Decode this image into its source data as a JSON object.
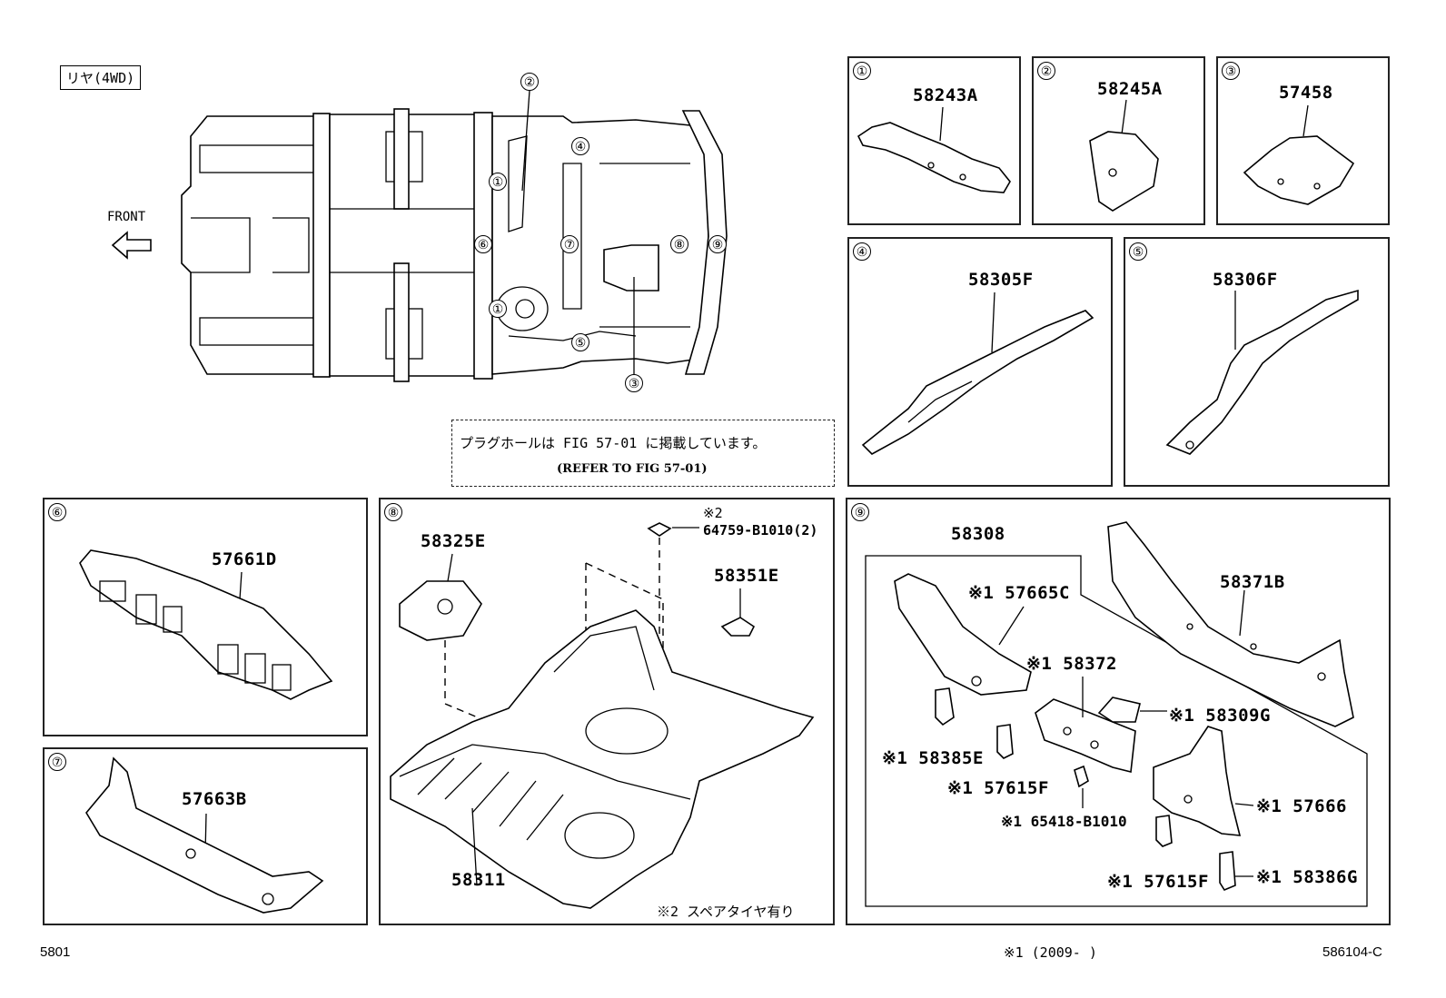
{
  "header": {
    "label": "リヤ(4WD)"
  },
  "overview": {
    "front_label": "FRONT",
    "callouts": [
      "①",
      "②",
      "③",
      "④",
      "⑤",
      "⑥",
      "⑦",
      "⑧",
      "⑨"
    ],
    "note_jp": "プラグホールは FIG 57-01 に掲載しています。",
    "note_en": "(REFER TO FIG 57-01)"
  },
  "panels": {
    "p1": {
      "num": "①",
      "part": "58243A"
    },
    "p2": {
      "num": "②",
      "part": "58245A"
    },
    "p3": {
      "num": "③",
      "part": "57458"
    },
    "p4": {
      "num": "④",
      "part": "58305F"
    },
    "p5": {
      "num": "⑤",
      "part": "58306F"
    },
    "p6": {
      "num": "⑥",
      "part": "57661D"
    },
    "p7": {
      "num": "⑦",
      "part": "57663B"
    },
    "p8": {
      "num": "⑧",
      "parts": {
        "a": "58325E",
        "b_mark": "※2",
        "b": "64759-B1010(2)",
        "c": "58351E",
        "d": "58311"
      },
      "footnote": "※2 スペアタイヤ有り"
    },
    "p9": {
      "num": "⑨",
      "parts": {
        "group": "58308",
        "a": "※1 57665C",
        "b": "58371B",
        "c": "※1 58372",
        "d": "※1 58309G",
        "e": "※1 58385E",
        "f": "※1 57615F",
        "g": "※1 65418-B1010",
        "h": "※1 57666",
        "i": "※1 57615F",
        "j": "※1 58386G"
      }
    }
  },
  "footer": {
    "left": "5801",
    "mid": "※1 (2009-      )",
    "right": "586104-C"
  }
}
